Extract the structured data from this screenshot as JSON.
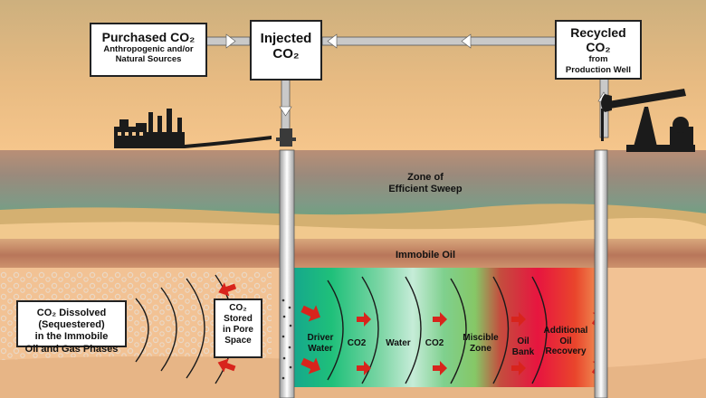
{
  "purchased_box": {
    "title": "Purchased CO₂",
    "subtitle_line1": "Anthropogenic and/or",
    "subtitle_line2": "Natural Sources"
  },
  "injected_box": {
    "line1": "Injected",
    "line2": "CO₂"
  },
  "recycled_box": {
    "line1": "Recycled",
    "line2": "CO₂",
    "line3": "from",
    "line4": "Production Well"
  },
  "layers": {
    "zone_sweep_line1": "Zone of",
    "zone_sweep_line2": "Efficient Sweep",
    "immobile_oil": "Immobile Oil"
  },
  "reservoir": {
    "dissolved_line1": "CO₂ Dissolved (Sequestered)",
    "dissolved_line2": "in the Immobile",
    "dissolved_line3": "Oil and Gas Phases",
    "stored_line1": "CO₂",
    "stored_line2": "Stored",
    "stored_line3": "in Pore",
    "stored_line4": "Space"
  },
  "flood_zones": {
    "driver_water_1": "Driver",
    "driver_water_2": "Water",
    "co2_a": "CO2",
    "water": "Water",
    "co2_b": "CO2",
    "miscible_1": "Miscible",
    "miscible_2": "Zone",
    "oil_bank_1": "Oil",
    "oil_bank_2": "Bank",
    "additional_1": "Additional",
    "additional_2": "Oil",
    "additional_3": "Recovery"
  },
  "colors": {
    "sky_top": "#d3b07a",
    "sky_bottom": "#f3c48a",
    "arrow_red": "#d8241c",
    "pipe_grey": "#b9b9b9"
  }
}
